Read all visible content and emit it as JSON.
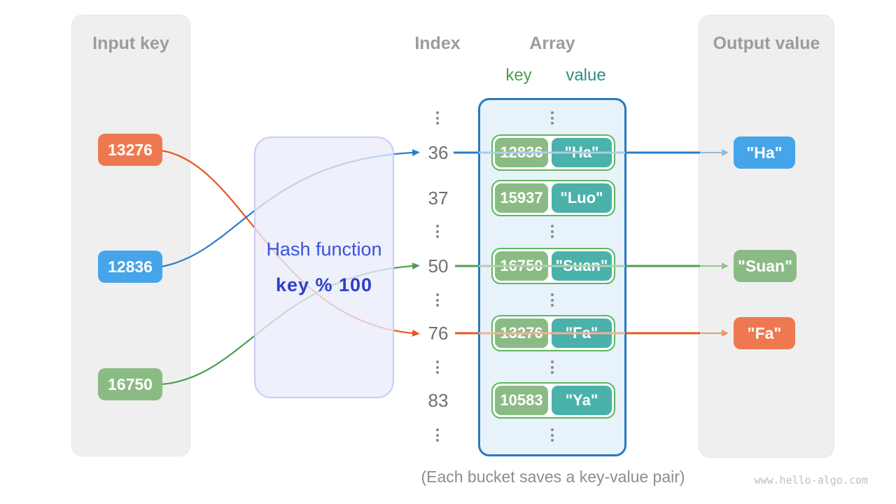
{
  "panels": {
    "input": {
      "title": "Input key",
      "keys": [
        {
          "label": "13276",
          "color": "#ee7950"
        },
        {
          "label": "12836",
          "color": "#46a4e8"
        },
        {
          "label": "16750",
          "color": "#8bbb84"
        }
      ]
    },
    "output": {
      "title": "Output value",
      "values": [
        {
          "label": "\"Ha\"",
          "color": "#46a4e8"
        },
        {
          "label": "\"Suan\"",
          "color": "#8bbb84"
        },
        {
          "label": "\"Fa\"",
          "color": "#ee7950"
        }
      ]
    }
  },
  "hash_function": {
    "title": "Hash function",
    "formula": "key % 100"
  },
  "index_column": {
    "header": "Index",
    "values": [
      "36",
      "37",
      "50",
      "76",
      "83"
    ]
  },
  "array": {
    "header": "Array",
    "key_label": "key",
    "value_label": "value",
    "buckets": [
      {
        "key": "12836",
        "value": "\"Ha\""
      },
      {
        "key": "15937",
        "value": "\"Luo\""
      },
      {
        "key": "16750",
        "value": "\"Suan\""
      },
      {
        "key": "13276",
        "value": "\"Fa\""
      },
      {
        "key": "10583",
        "value": "\"Ya\""
      }
    ]
  },
  "caption": "(Each bucket saves a key-value pair)",
  "watermark": "www.hello-algo.com",
  "colors": {
    "flow_orange": "#e8581f",
    "flow_blue": "#2b7dc8",
    "flow_green": "#4d9e53",
    "array_border": "#2979bd",
    "bucket_border": "#5cb85c",
    "bucket_key_bg": "#8bbb84",
    "bucket_value_bg": "#4bb1ab",
    "hash_text": "#3c51d7",
    "panel_bg": "#efefef",
    "key_label": "#4a9e50",
    "value_label": "#2e8f82"
  }
}
